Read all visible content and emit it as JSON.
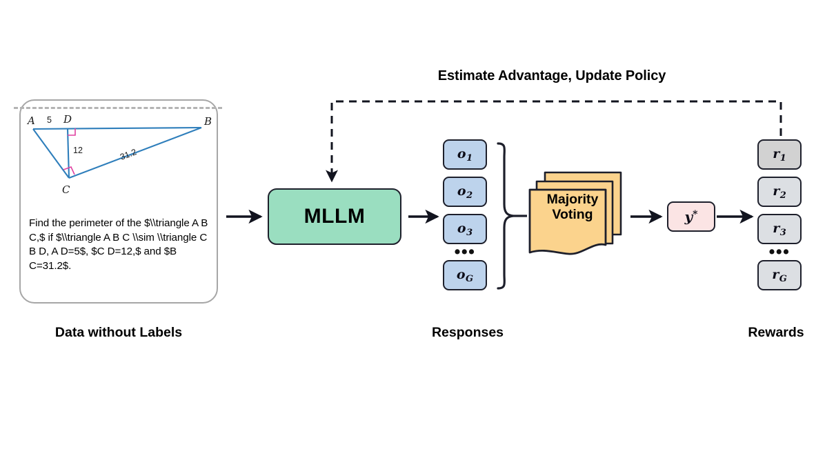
{
  "figure": {
    "title_label": "Estimate Advantage, Update Policy",
    "accent_colors": {
      "mllm_green": "#9ADEC0",
      "response_blue": "#BDD3EC",
      "reward_gray": "#DCDFE3",
      "voting_orange": "#FBD38D",
      "ystar_pink": "#FBE4E4",
      "stroke_dark": "#1D1F2B",
      "geometry_blue": "#2E7EBB",
      "right_angle_pink": "#E040A0"
    }
  },
  "data_card": {
    "caption": "Data without Labels",
    "problem_text": "Find the perimeter of the $\\\\triangle A B C,$ if $\\\\triangle A B C \\\\sim \\\\triangle C B D, A D=5$, $C D=12,$ and $B C=31.2$.",
    "geometry": {
      "vertex_labels": [
        "A",
        "D",
        "B",
        "C"
      ],
      "measure_labels": [
        "5",
        "12",
        "31.2"
      ],
      "right_angle_marks": 2,
      "segments": [
        "A-B",
        "A-C",
        "D-C",
        "C-B"
      ]
    }
  },
  "model": {
    "label": "MLLM"
  },
  "responses": {
    "caption": "Responses",
    "items": [
      {
        "base": "o",
        "sub": "1"
      },
      {
        "base": "o",
        "sub": "2"
      },
      {
        "base": "o",
        "sub": "3"
      },
      {
        "base": "o",
        "sub": "G"
      }
    ],
    "ellipsis": "•••"
  },
  "voting": {
    "line1": "Majority",
    "line2": "Voting",
    "card_count": 3
  },
  "consensus": {
    "base": "y",
    "sup": "*"
  },
  "rewards": {
    "caption": "Rewards",
    "items": [
      {
        "base": "r",
        "sub": "1"
      },
      {
        "base": "r",
        "sub": "2"
      },
      {
        "base": "r",
        "sub": "3"
      },
      {
        "base": "r",
        "sub": "G"
      }
    ],
    "ellipsis": "•••"
  },
  "feedback": {
    "label": "Estimate Advantage, Update Policy",
    "style": "dashed"
  }
}
